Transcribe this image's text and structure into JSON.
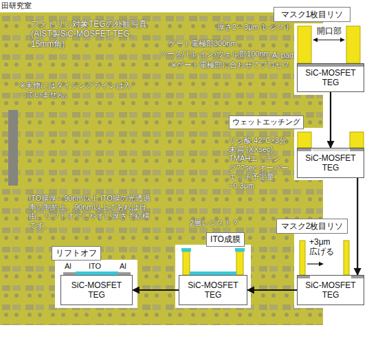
{
  "diagram": {
    "nodes": [
      {
        "text": [
          "マスク1枚目リソ"
        ]
      },
      {
        "text": [
          "SiC-MOSFET TEG"
        ]
      },
      {
        "text": [
          "ウェットエッチング"
        ]
      },
      {
        "text": [
          "SiC-MOSFET TEG"
        ]
      },
      {
        "text": [
          "マスク2枚目リソ"
        ]
      },
      {
        "text": [
          "SiC-MOSFET TEG"
        ]
      },
      {
        "text": [
          "ITO成膜"
        ]
      },
      {
        "text": [
          "SiC-MOSFET TEG"
        ]
      },
      {
        "text": [
          "リフトオフ"
        ]
      },
      {
        "text": [
          "SiC-MOSFET TEG"
        ]
      }
    ],
    "edges": [
      {
        "from": 1,
        "to": 3,
        "arrow": "to"
      },
      {
        "from": 3,
        "to": 5,
        "arrow": "to"
      },
      {
        "from": 5,
        "to": 7,
        "arrow": "to"
      },
      {
        "from": 7,
        "to": 9,
        "arrow": "to"
      }
    ],
    "labels": [
      "田研究室",
      "フォトリソ対象TEGの外観写真 (AIST製SiC-MOSFET TEG、 15mm角)",
      "厚さ2～3μm？",
      "レジスト",
      "開口部",
      "ゲート電極部300nm",
      "ソース/ドレイン/ウェル部100nm",
      "※ゲート電極部に合わせてプロセス",
      "Al pad",
      "※実物にはダイシングラインは入っていません。",
      "リン酸 42℃×3分未満 (XXsec) TMAHエッチング??sec オーバーエッチ予定量~0.3μm",
      "+3μm 広げる",
      "2層レジスト？",
      "ITO膜厚＞90nm以上 ITO膜の光透過率の制約上、90nm以上であれば自由。リフトオフしやすい厚さで結構です。",
      "Al",
      "ITO",
      "Al"
    ]
  }
}
